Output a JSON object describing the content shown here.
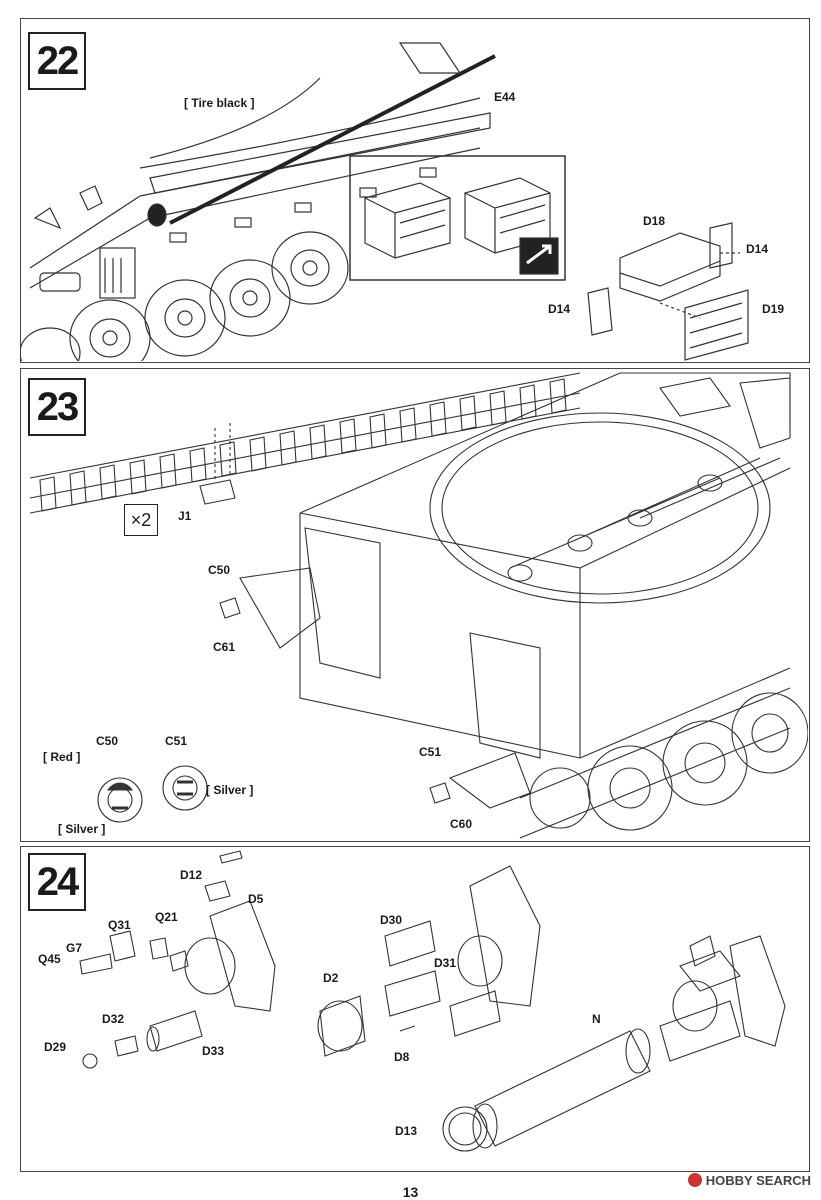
{
  "steps": [
    {
      "number": "22"
    },
    {
      "number": "23"
    },
    {
      "number": "24"
    }
  ],
  "step22": {
    "paint_tire": "[ Tire black ]",
    "parts": {
      "e44": "E44",
      "d18": "D18",
      "d14a": "D14",
      "d14b": "D14",
      "d19": "D19"
    }
  },
  "step23": {
    "multiplier": "×2",
    "parts": {
      "j1": "J1",
      "c50": "C50",
      "c61": "C61",
      "c51": "C51",
      "c60": "C60",
      "c50_detail": "C50",
      "c51_detail": "C51"
    },
    "paints": {
      "red": "[ Red ]",
      "silver_a": "[ Silver ]",
      "silver_b": "[ Silver ]"
    }
  },
  "step24": {
    "parts": {
      "d12": "D12",
      "d5": "D5",
      "q31": "Q31",
      "q21": "Q21",
      "g7": "G7",
      "q45": "Q45",
      "d32": "D32",
      "d29": "D29",
      "d33": "D33",
      "d30": "D30",
      "d31": "D31",
      "d2": "D2",
      "d8": "D8",
      "n": "N",
      "d13": "D13"
    }
  },
  "footer": {
    "page_number": "13",
    "watermark": "HOBBY SEARCH"
  }
}
